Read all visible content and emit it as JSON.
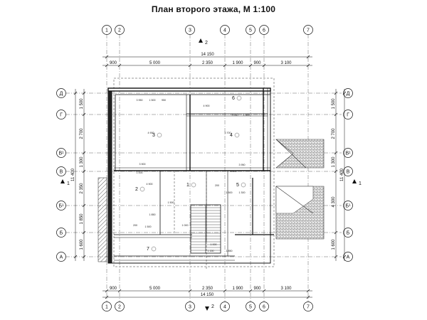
{
  "title": "План второго этажа, М 1:100",
  "axes_top": [
    "1",
    "2",
    "3",
    "4",
    "5",
    "6",
    "7"
  ],
  "axes_bottom": [
    "1",
    "2",
    "3",
    "4",
    "5",
    "6",
    "7"
  ],
  "axes_left": [
    "Д",
    "Г",
    "В¹",
    "В",
    "Б¹",
    "Б",
    "А"
  ],
  "axes_right": [
    "Д",
    "Г",
    "В¹",
    "В",
    "Б¹",
    "Б",
    "А"
  ],
  "dims_top": [
    "900",
    "5 000",
    "2 350",
    "1 900",
    "900",
    "3 100"
  ],
  "dims_bottom": [
    "900",
    "5 000",
    "2 350",
    "1 900",
    "900",
    "3 100"
  ],
  "total_top": "14 150",
  "total_bottom": "14 150",
  "dims_left": [
    "1 500",
    "2 700",
    "1 300",
    "2 350",
    "1 850",
    "1 600"
  ],
  "total_left": "11 400",
  "dims_right": [
    "1 500",
    "2 700",
    "1 300",
    "4 300",
    "1 600"
  ],
  "total_right": "11 400",
  "section_marks": [
    "2",
    "2",
    "1",
    "1"
  ],
  "rooms": [
    "1",
    "2",
    "3",
    "4",
    "5",
    "6",
    "7"
  ],
  "small_labels": [
    "3 950",
    "1 500",
    "950",
    "4 900",
    "5 700",
    "3 950",
    "1 500",
    "4 900",
    "1 850",
    "3 900",
    "1 500",
    "3 950",
    "200",
    "1 000",
    "4 900",
    "1 500",
    "1 000",
    "200",
    "1 500",
    "1 300",
    "3 950",
    "1 000",
    "1 150",
    "1 850"
  ]
}
